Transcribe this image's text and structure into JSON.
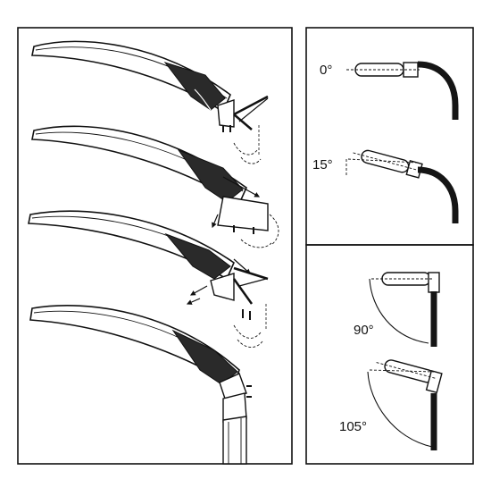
{
  "angles": {
    "a0": "0°",
    "a15": "15°",
    "a90": "90°",
    "a105": "105°"
  },
  "colors": {
    "ink": "#111111",
    "paper": "#ffffff",
    "pole": "#151515"
  }
}
